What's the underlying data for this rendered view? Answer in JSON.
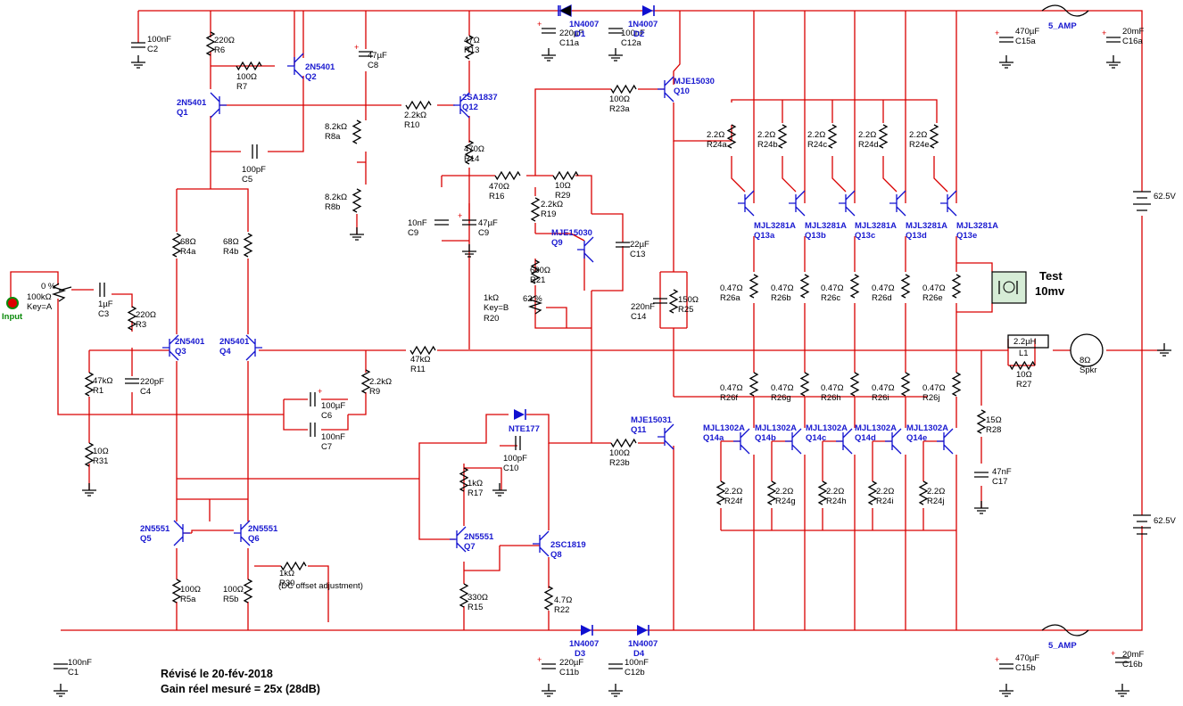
{
  "schematic": {
    "input_label": "Input",
    "pot_in": {
      "value": "100kΩ",
      "key": "Key=A",
      "setting": "0 %"
    },
    "pot_r20": {
      "value": "1kΩ",
      "key": "Key=B",
      "setting": "62 %",
      "ref": "R20"
    },
    "test_meter": {
      "line1": "Test",
      "line2": "10mv"
    },
    "speaker": {
      "value": "8Ω",
      "ref": "Spkr"
    },
    "fuse_top": "5_AMP",
    "fuse_bottom": "5_AMP",
    "supply_top": "62.5V",
    "supply_bottom": "62.5V",
    "note_line1": "Révisé le 20-fév-2018",
    "note_line2": "Gain réel mesuré = 25x (28dB)",
    "dc_offset_note": "(DC offset adjustment)",
    "plus_sign": "+",
    "resistors": [
      {
        "id": "R6",
        "value": "220Ω"
      },
      {
        "id": "R7",
        "value": "100Ω"
      },
      {
        "id": "R10",
        "value": "2.2kΩ"
      },
      {
        "id": "R8a",
        "value": "8.2kΩ"
      },
      {
        "id": "R8b",
        "value": "8.2kΩ"
      },
      {
        "id": "R13",
        "value": "47Ω"
      },
      {
        "id": "R14",
        "value": "470Ω"
      },
      {
        "id": "R16",
        "value": "470Ω"
      },
      {
        "id": "R29",
        "value": "10Ω"
      },
      {
        "id": "R19",
        "value": "2.2kΩ"
      },
      {
        "id": "R21",
        "value": "680Ω"
      },
      {
        "id": "R23a",
        "value": "100Ω"
      },
      {
        "id": "R23b",
        "value": "100Ω"
      },
      {
        "id": "R4a",
        "value": "68Ω"
      },
      {
        "id": "R4b",
        "value": "68Ω"
      },
      {
        "id": "R3",
        "value": "220Ω"
      },
      {
        "id": "R1",
        "value": "47kΩ"
      },
      {
        "id": "R31",
        "value": "10Ω"
      },
      {
        "id": "R9",
        "value": "2.2kΩ"
      },
      {
        "id": "R11",
        "value": "47kΩ"
      },
      {
        "id": "R25",
        "value": "150Ω"
      },
      {
        "id": "R17",
        "value": "1kΩ"
      },
      {
        "id": "R15",
        "value": "330Ω"
      },
      {
        "id": "R22",
        "value": "4.7Ω"
      },
      {
        "id": "R5a",
        "value": "100Ω"
      },
      {
        "id": "R5b",
        "value": "100Ω"
      },
      {
        "id": "R30",
        "value": "1kΩ"
      },
      {
        "id": "R27",
        "value": "10Ω"
      },
      {
        "id": "R28",
        "value": "15Ω"
      },
      {
        "id": "R24a",
        "value": "2.2Ω"
      },
      {
        "id": "R24b",
        "value": "2.2Ω"
      },
      {
        "id": "R24c",
        "value": "2.2Ω"
      },
      {
        "id": "R24d",
        "value": "2.2Ω"
      },
      {
        "id": "R24e",
        "value": "2.2Ω"
      },
      {
        "id": "R26a",
        "value": "0.47Ω"
      },
      {
        "id": "R26b",
        "value": "0.47Ω"
      },
      {
        "id": "R26c",
        "value": "0.47Ω"
      },
      {
        "id": "R26d",
        "value": "0.47Ω"
      },
      {
        "id": "R26e",
        "value": "0.47Ω"
      },
      {
        "id": "R26f",
        "value": "0.47Ω"
      },
      {
        "id": "R26g",
        "value": "0.47Ω"
      },
      {
        "id": "R26h",
        "value": "0.47Ω"
      },
      {
        "id": "R26i",
        "value": "0.47Ω"
      },
      {
        "id": "R26j",
        "value": "0.47Ω"
      },
      {
        "id": "R24f",
        "value": "2.2Ω"
      },
      {
        "id": "R24g",
        "value": "2.2Ω"
      },
      {
        "id": "R24h",
        "value": "2.2Ω"
      },
      {
        "id": "R24i",
        "value": "2.2Ω"
      },
      {
        "id": "R24j",
        "value": "2.2Ω"
      }
    ],
    "capacitors": [
      {
        "id": "C2",
        "value": "100nF"
      },
      {
        "id": "C5",
        "value": "100pF"
      },
      {
        "id": "C8",
        "value": "47µF"
      },
      {
        "id": "C11a",
        "value": "220µF"
      },
      {
        "id": "C12a",
        "value": "100nF"
      },
      {
        "id": "C9",
        "value": "47µF"
      },
      {
        "id": "C9b",
        "value": "10nF"
      },
      {
        "id": "C13",
        "value": "22µF"
      },
      {
        "id": "C14",
        "value": "220nF"
      },
      {
        "id": "C3",
        "value": "1µF"
      },
      {
        "id": "C4",
        "value": "220pF"
      },
      {
        "id": "C6",
        "value": "100µF"
      },
      {
        "id": "C7",
        "value": "100nF"
      },
      {
        "id": "C10",
        "value": "100pF"
      },
      {
        "id": "C1",
        "value": "100nF"
      },
      {
        "id": "C11b",
        "value": "220µF"
      },
      {
        "id": "C12b",
        "value": "100nF"
      },
      {
        "id": "C15a",
        "value": "470µF"
      },
      {
        "id": "C16a",
        "value": "20mF"
      },
      {
        "id": "C15b",
        "value": "470µF"
      },
      {
        "id": "C16b",
        "value": "20mF"
      },
      {
        "id": "C17",
        "value": "47nF"
      }
    ],
    "transistors": [
      {
        "id": "Q1",
        "part": "2N5401"
      },
      {
        "id": "Q2",
        "part": "2N5401"
      },
      {
        "id": "Q12",
        "part": "2SA1837"
      },
      {
        "id": "Q10",
        "part": "MJE15030"
      },
      {
        "id": "Q9",
        "part": "MJE15030"
      },
      {
        "id": "Q3",
        "part": "2N5401"
      },
      {
        "id": "Q4",
        "part": "2N5401"
      },
      {
        "id": "Q11",
        "part": "MJE15031"
      },
      {
        "id": "Q5",
        "part": "2N5551"
      },
      {
        "id": "Q6",
        "part": "2N5551"
      },
      {
        "id": "Q7",
        "part": "2N5551"
      },
      {
        "id": "Q8",
        "part": "2SC1819"
      },
      {
        "id": "Q13a",
        "part": "MJL3281A"
      },
      {
        "id": "Q13b",
        "part": "MJL3281A"
      },
      {
        "id": "Q13c",
        "part": "MJL3281A"
      },
      {
        "id": "Q13d",
        "part": "MJL3281A"
      },
      {
        "id": "Q13e",
        "part": "MJL3281A"
      },
      {
        "id": "Q14a",
        "part": "MJL1302A"
      },
      {
        "id": "Q14b",
        "part": "MJL1302A"
      },
      {
        "id": "Q14c",
        "part": "MJL1302A"
      },
      {
        "id": "Q14d",
        "part": "MJL1302A"
      },
      {
        "id": "Q14e",
        "part": "MJL1302A"
      }
    ],
    "diodes": [
      {
        "id": "D1",
        "part": "1N4007"
      },
      {
        "id": "D2",
        "part": "1N4007"
      },
      {
        "id": "D3",
        "part": "1N4007"
      },
      {
        "id": "D4",
        "part": "1N4007"
      },
      {
        "id": "D5",
        "part": "NTE177"
      }
    ],
    "inductor": {
      "id": "L1",
      "value": "2.2µH"
    }
  }
}
